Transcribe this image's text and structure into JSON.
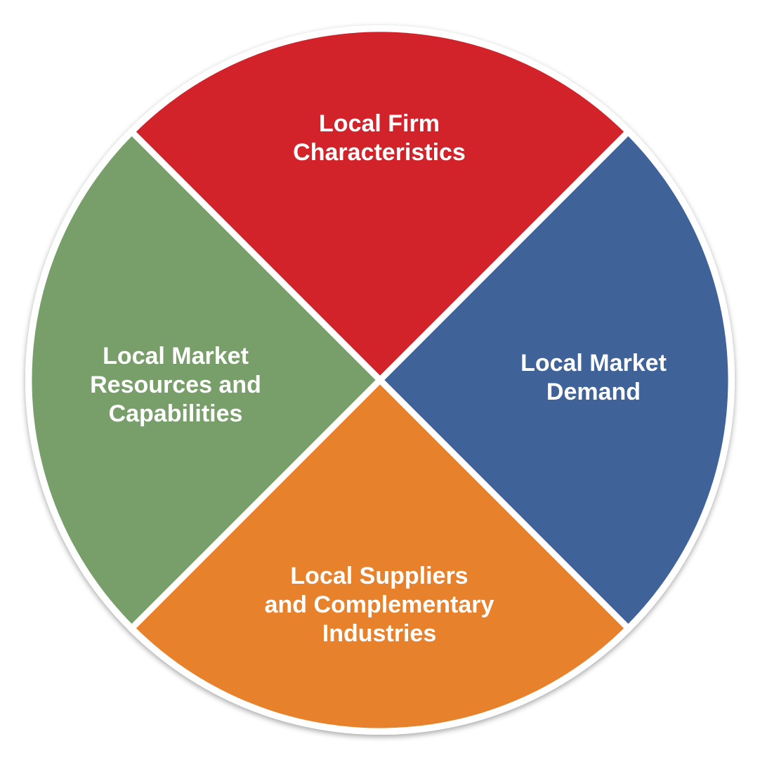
{
  "segments": [
    {
      "id": "top",
      "color": "#d2232a",
      "lines": [
        "Local Firm",
        "Characteristics"
      ]
    },
    {
      "id": "right",
      "color": "#3f6299",
      "lines": [
        "Local Market",
        "Demand"
      ]
    },
    {
      "id": "bottom",
      "color": "#e8812b",
      "lines": [
        "Local Suppliers",
        "and Complementary",
        "Industries"
      ]
    },
    {
      "id": "left",
      "color": "#789f6a",
      "lines": [
        "Local Market",
        "Resources and",
        "Capabilities"
      ]
    }
  ],
  "divider_color": "#ffffff",
  "rim_color": "#ffffff"
}
